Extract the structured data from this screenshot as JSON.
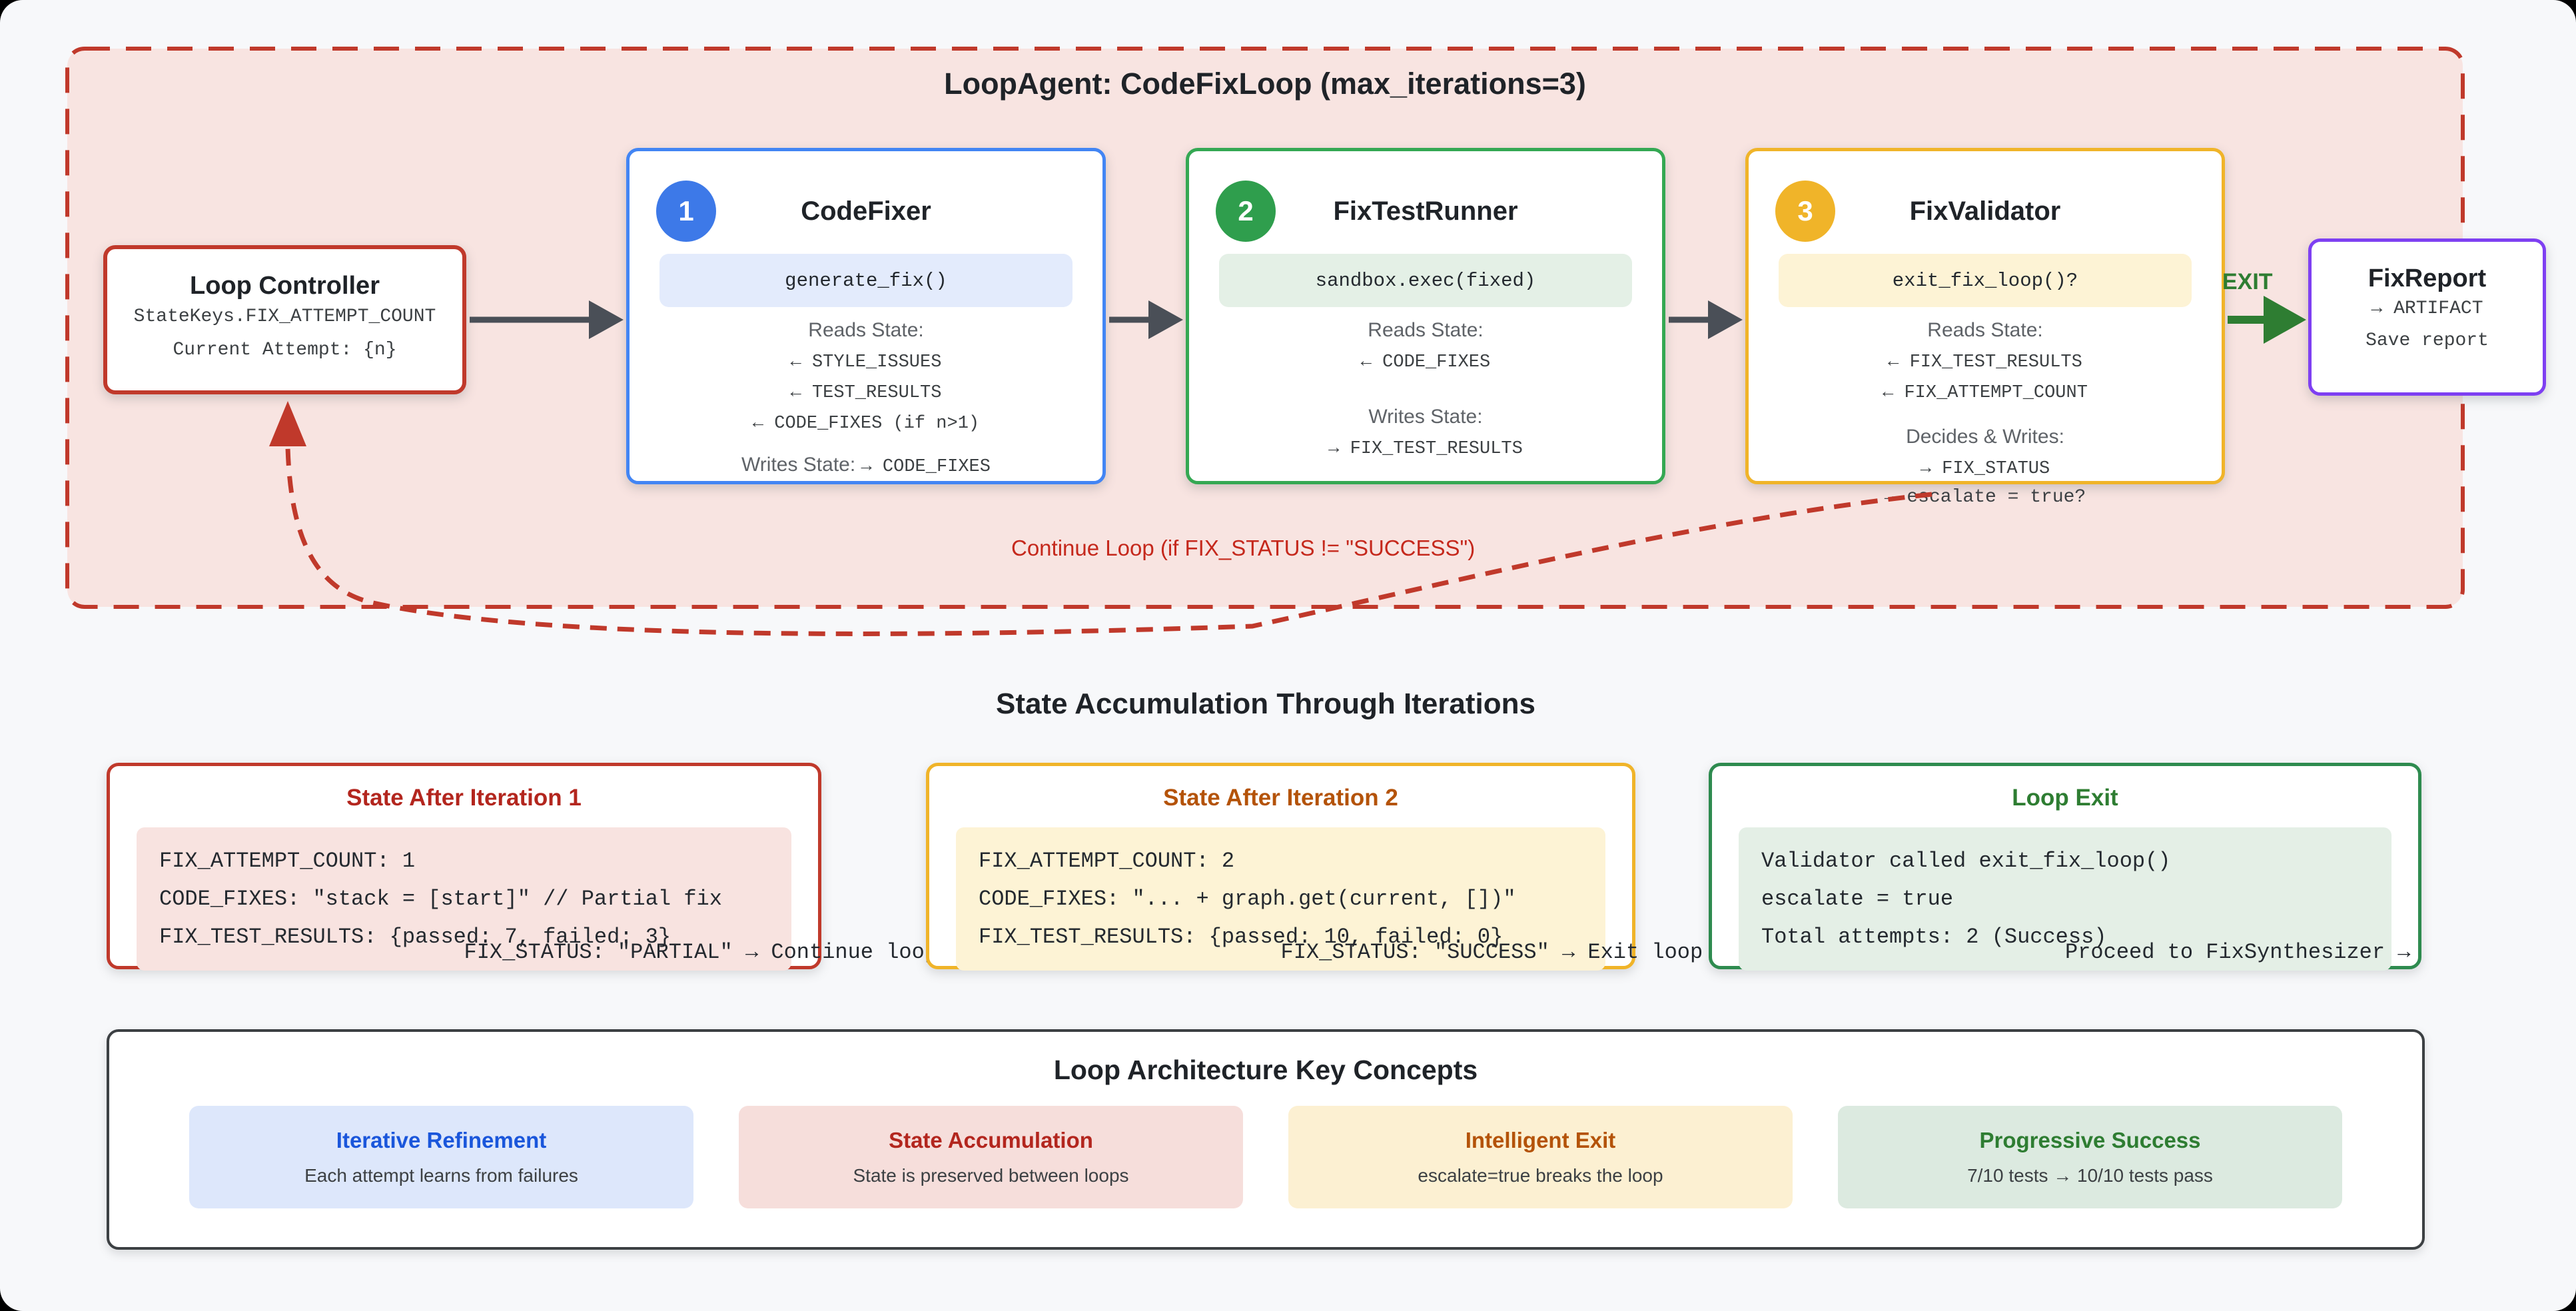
{
  "colors": {
    "page_bg": "#f7f8fa",
    "loop_fill": "#f8e4e1",
    "loop_border_red": "#c0392b",
    "blue": "#4285f4",
    "green": "#34a853",
    "amber": "#f0b429",
    "purple": "#7e3ff2",
    "exit_green": "#2e7d32",
    "arrow_gray": "#4a4f57",
    "continue_red": "#c5281c"
  },
  "loop": {
    "title": "LoopAgent: CodeFixLoop (max_iterations=3)",
    "controller": {
      "title": "Loop Controller",
      "line1": "StateKeys.FIX_ATTEMPT_COUNT",
      "line2": "Current Attempt: {n}"
    },
    "agents": [
      {
        "badge": "1",
        "title": "CodeFixer",
        "code": "generate_fix()",
        "reads_label": "Reads State:",
        "reads": [
          "← STYLE_ISSUES",
          "← TEST_RESULTS",
          "← CODE_FIXES (if n>1)"
        ],
        "writes_label": "Writes State:",
        "writes_inline": "→ CODE_FIXES"
      },
      {
        "badge": "2",
        "title": "FixTestRunner",
        "code": "sandbox.exec(fixed)",
        "reads_label": "Reads State:",
        "reads": [
          "← CODE_FIXES"
        ],
        "writes_label": "Writes State:",
        "writes": [
          "→ FIX_TEST_RESULTS"
        ]
      },
      {
        "badge": "3",
        "title": "FixValidator",
        "code": "exit_fix_loop()?",
        "reads_label": "Reads State:",
        "reads": [
          "← FIX_TEST_RESULTS",
          "← FIX_ATTEMPT_COUNT"
        ],
        "writes_label": "Decides & Writes:",
        "writes": [
          "→ FIX_STATUS"
        ],
        "overflow": "→ escalate = true?"
      }
    ],
    "exit_label": "EXIT",
    "report": {
      "title": "FixReport",
      "line1": "→ ARTIFACT",
      "line2": "Save report"
    },
    "continue_label": "Continue Loop (if FIX_STATUS != \"SUCCESS\")"
  },
  "states": {
    "heading": "State Accumulation Through Iterations",
    "cards": [
      {
        "title": "State After Iteration 1",
        "code": [
          "FIX_ATTEMPT_COUNT: 1",
          "CODE_FIXES: \"stack = [start]\" // Partial fix",
          "FIX_TEST_RESULTS: {passed: 7, failed: 3}"
        ],
        "overflow": "FIX_STATUS: \"PARTIAL\" → Continue loop"
      },
      {
        "title": "State After Iteration 2",
        "code": [
          "FIX_ATTEMPT_COUNT: 2",
          "CODE_FIXES: \"... + graph.get(current, [])\"",
          "FIX_TEST_RESULTS: {passed: 10, failed: 0}"
        ],
        "overflow": "FIX_STATUS: \"SUCCESS\" → Exit loop"
      },
      {
        "title": "Loop Exit",
        "code": [
          "Validator called exit_fix_loop()",
          "escalate = true",
          "Total attempts: 2 (Success)"
        ],
        "overflow": "Proceed to FixSynthesizer →"
      }
    ]
  },
  "concepts": {
    "heading": "Loop Architecture Key Concepts",
    "cards": [
      {
        "title": "Iterative Refinement",
        "desc": "Each attempt learns from failures"
      },
      {
        "title": "State Accumulation",
        "desc": "State is preserved between loops"
      },
      {
        "title": "Intelligent Exit",
        "desc": "escalate=true breaks the loop"
      },
      {
        "title": "Progressive Success",
        "desc": "7/10 tests → 10/10 tests pass"
      }
    ]
  }
}
